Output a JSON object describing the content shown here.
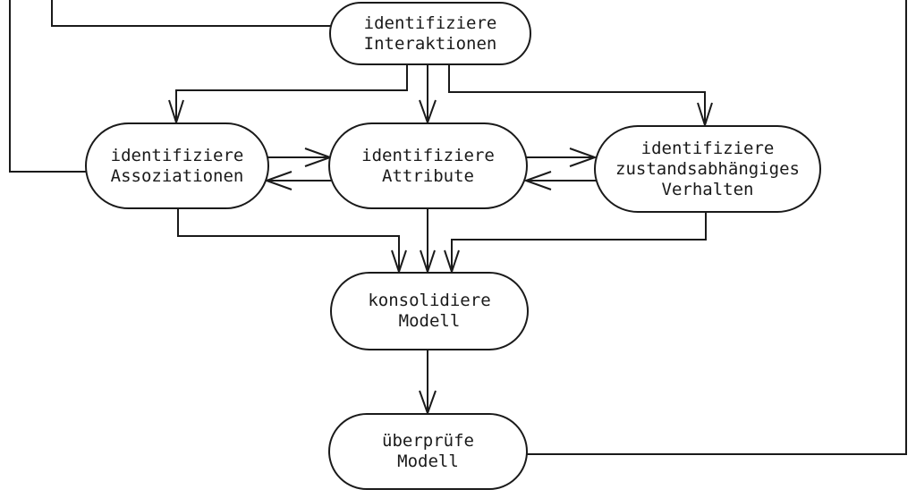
{
  "diagram": {
    "background_color": "#ffffff",
    "line_color": "#1a1a1a",
    "nodes": [
      {
        "id": "identifiziere-interaktionen",
        "label": "identifiziere\nInteraktionen"
      },
      {
        "id": "identifiziere-assoziationen",
        "label": "identifiziere\nAssoziationen"
      },
      {
        "id": "identifiziere-attribute",
        "label": "identifiziere\nAttribute"
      },
      {
        "id": "identifiziere-zustandsabhaengiges-verhalten",
        "label": "identifiziere\nzustandsabhängiges\nVerhalten"
      },
      {
        "id": "konsolidiere-modell",
        "label": "konsolidiere\nModell"
      },
      {
        "id": "ueberpruefe-modell",
        "label": "überprüfe\nModell"
      }
    ],
    "edges": [
      {
        "from": "offscreen-top-left-outer",
        "to": "identifiziere-assoziationen",
        "arrowhead": false
      },
      {
        "from": "offscreen-top-left-inner",
        "to": "identifiziere-interaktionen",
        "arrowhead": false
      },
      {
        "from": "identifiziere-interaktionen",
        "to": "identifiziere-assoziationen",
        "arrowhead": true
      },
      {
        "from": "identifiziere-interaktionen",
        "to": "identifiziere-attribute",
        "arrowhead": true
      },
      {
        "from": "identifiziere-interaktionen",
        "to": "identifiziere-zustandsabhaengiges-verhalten",
        "arrowhead": true
      },
      {
        "from": "identifiziere-assoziationen",
        "to": "identifiziere-attribute",
        "arrowhead": true
      },
      {
        "from": "identifiziere-attribute",
        "to": "identifiziere-assoziationen",
        "arrowhead": true
      },
      {
        "from": "identifiziere-attribute",
        "to": "identifiziere-zustandsabhaengiges-verhalten",
        "arrowhead": true
      },
      {
        "from": "identifiziere-zustandsabhaengiges-verhalten",
        "to": "identifiziere-attribute",
        "arrowhead": true
      },
      {
        "from": "identifiziere-assoziationen",
        "to": "konsolidiere-modell",
        "arrowhead": true
      },
      {
        "from": "identifiziere-attribute",
        "to": "konsolidiere-modell",
        "arrowhead": true
      },
      {
        "from": "identifiziere-zustandsabhaengiges-verhalten",
        "to": "konsolidiere-modell",
        "arrowhead": true
      },
      {
        "from": "konsolidiere-modell",
        "to": "ueberpruefe-modell",
        "arrowhead": true
      },
      {
        "from": "ueberpruefe-modell",
        "to": "offscreen-top-right",
        "arrowhead": false
      }
    ]
  }
}
